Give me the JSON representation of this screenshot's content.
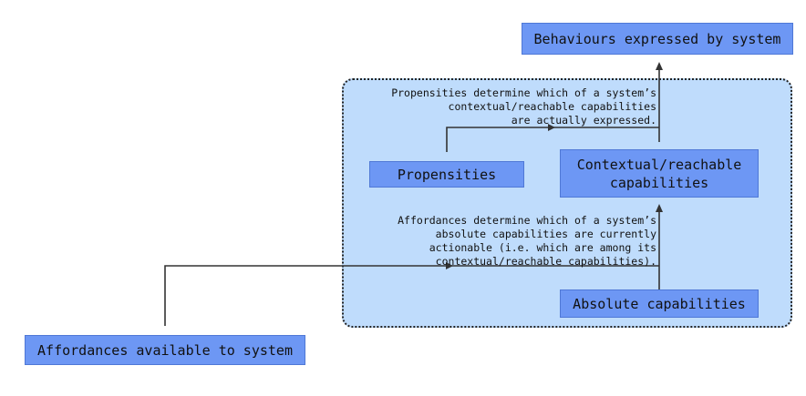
{
  "nodes": {
    "behaviours": "Behaviours expressed by system",
    "contextual": "Contextual/reachable\ncapabilities",
    "propensities": "Propensities",
    "absolute": "Absolute capabilities",
    "affordances": "Affordances available to system"
  },
  "notes": {
    "propensities": "Propensities determine which of a system’s\ncontextual/reachable capabilities\nare actually expressed.",
    "affordances": "Affordances determine which of a system’s\nabsolute capabilities are currently\nactionable (i.e. which are among its\ncontextual/reachable capabilities)."
  },
  "colors": {
    "node_fill": "#6d97f4",
    "region_fill": "#bfdcfc",
    "line": "#333333"
  }
}
